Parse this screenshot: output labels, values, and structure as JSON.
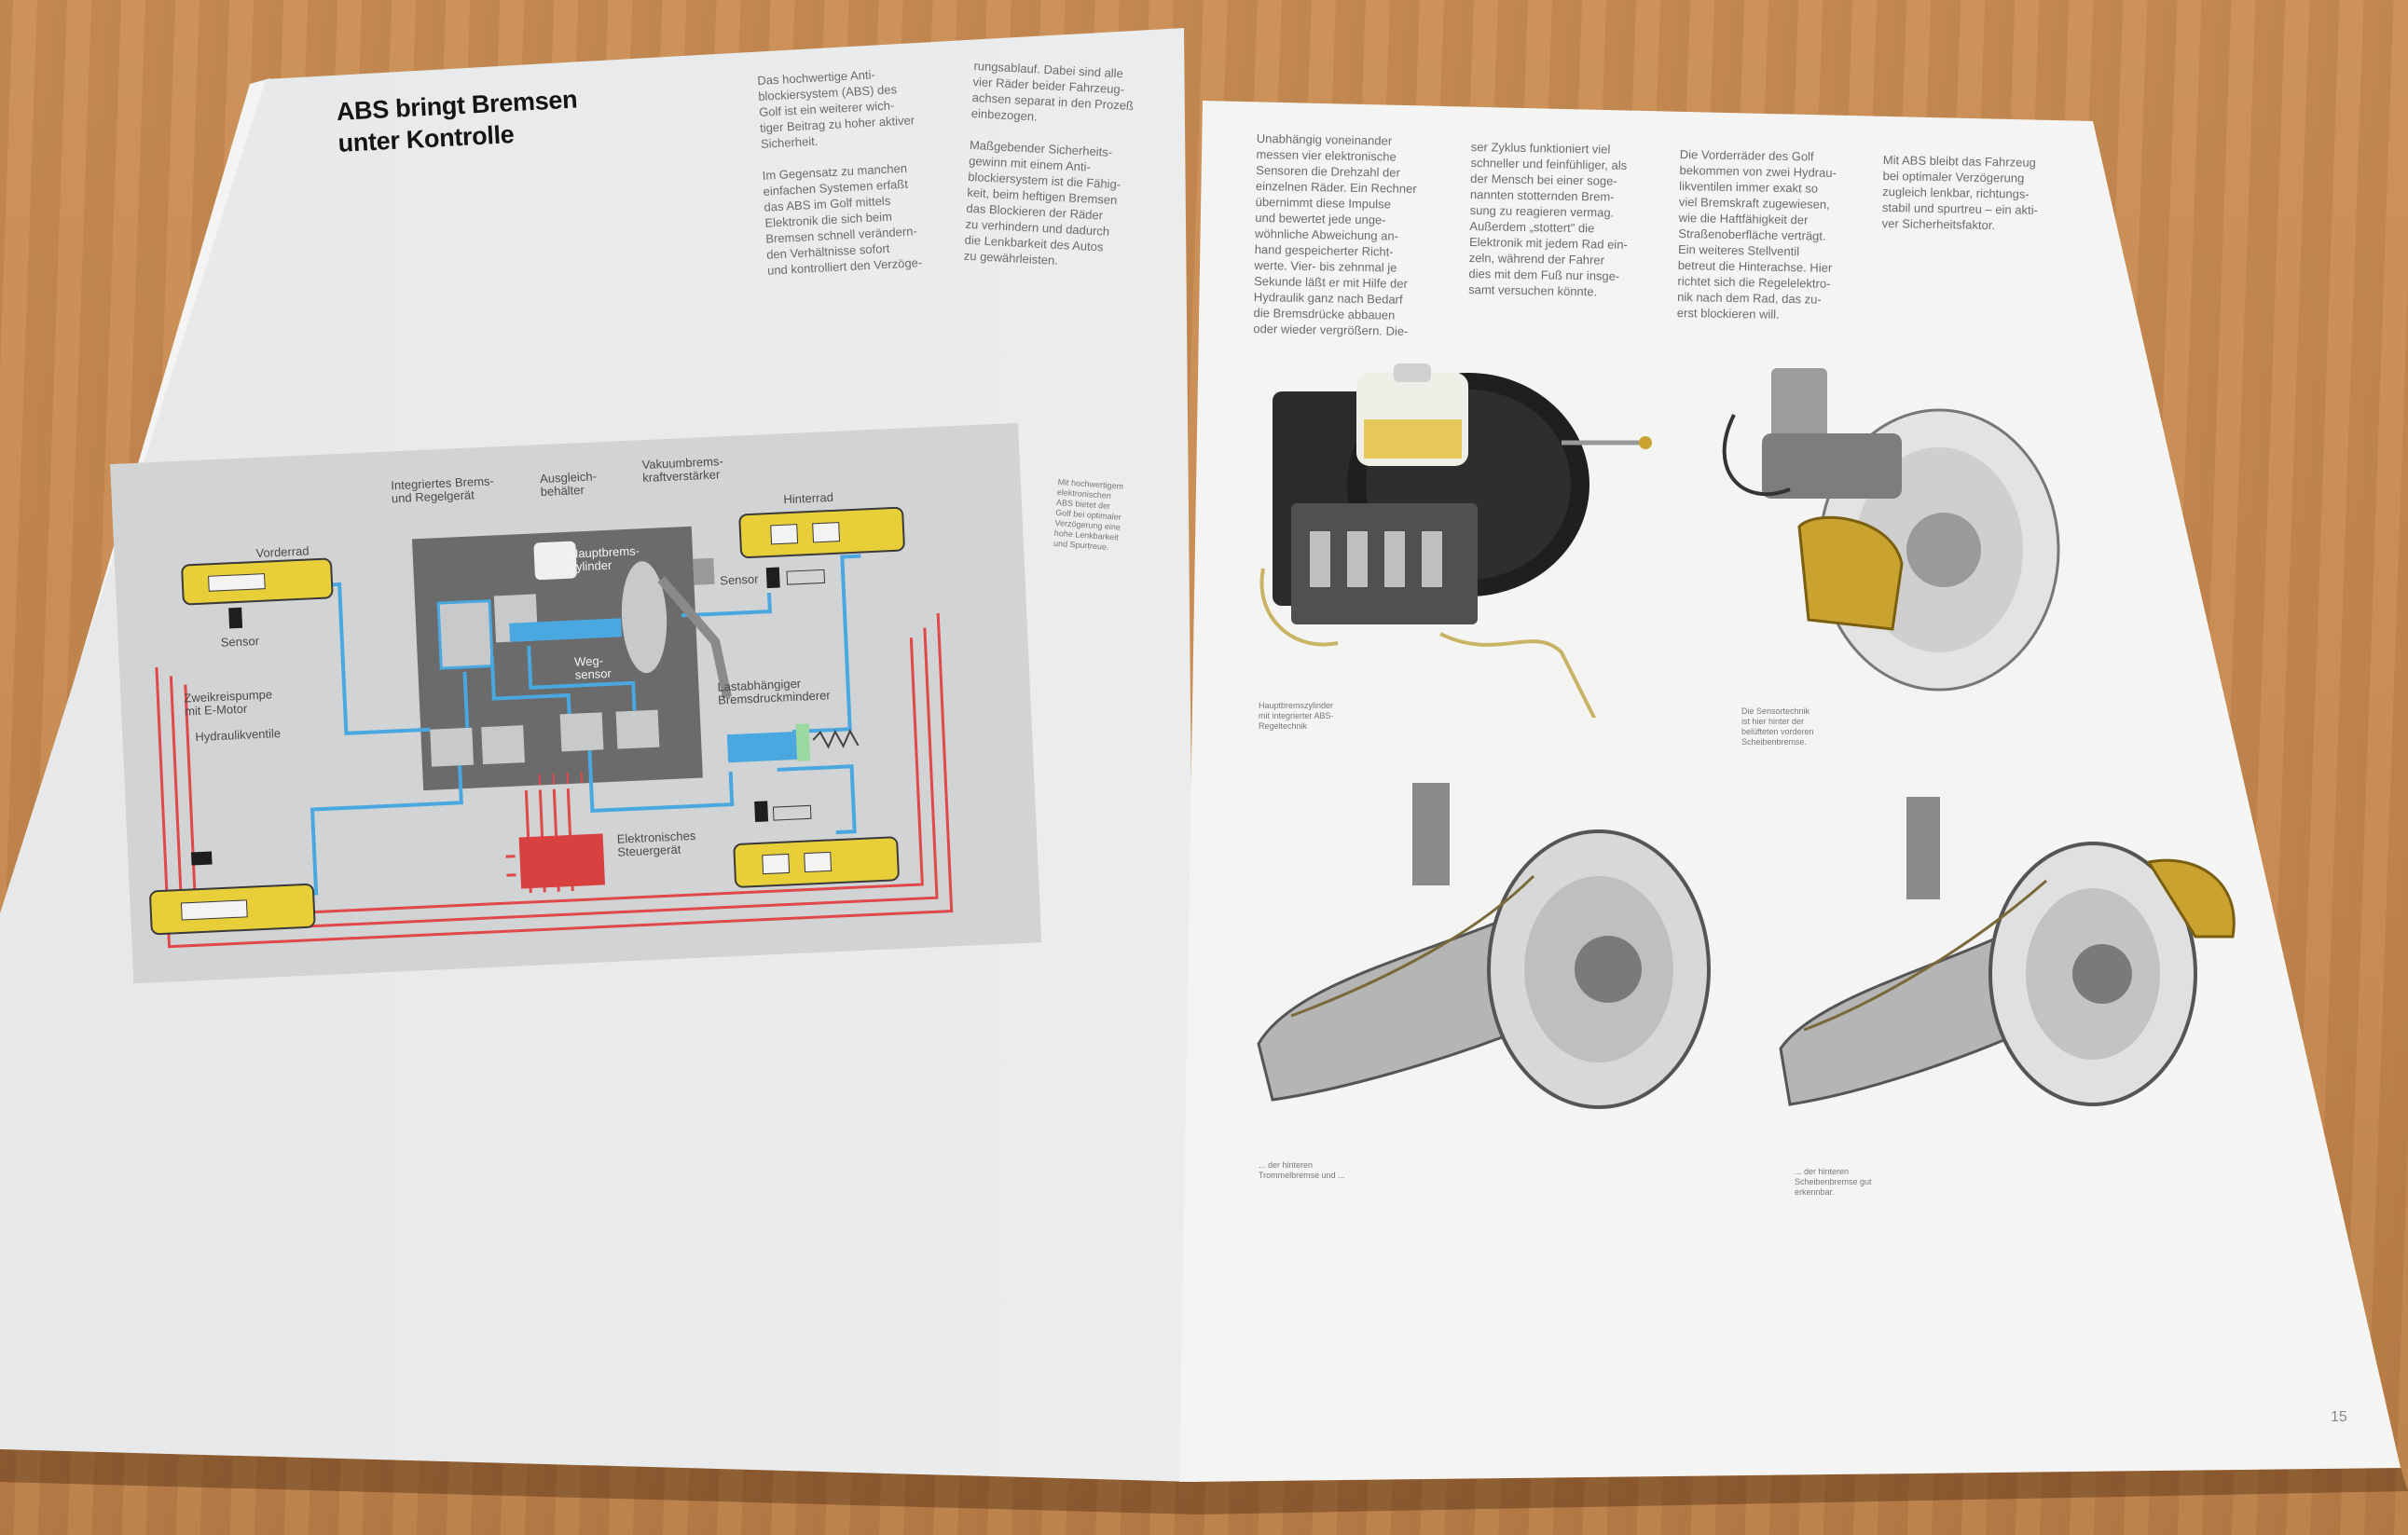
{
  "brochure": {
    "title_line1": "ABS bringt Bremsen",
    "title_line2": "unter Kontrolle",
    "left_columns": [
      "Das hochwertige Anti-\nblockiersystem (ABS) des\nGolf ist ein weiterer wich-\ntiger Beitrag zu hoher aktiver\nSicherheit.\n\nIm Gegensatz zu manchen\neinfachen Systemen erfaßt\ndas ABS im Golf mittels\nElektronik die sich beim\nBremsen schnell verändern-\nden Verhältnisse sofort\nund kontrolliert den Verzöge-",
      "rungsablauf. Dabei sind alle\nvier Räder beider Fahrzeug-\nachsen separat in den Prozeß\neinbezogen.\n\nMaßgebender Sicherheits-\ngewinn mit einem Anti-\nblockiersystem ist die Fähig-\nkeit, beim heftigen Bremsen\ndas Blockieren der Räder\nzu verhindern und dadurch\ndie Lenkbarkeit des Autos\nzu gewährleisten."
    ],
    "right_columns": [
      "Unabhängig voneinander\nmessen vier elektronische\nSensoren die Drehzahl der\neinzelnen Räder. Ein Rechner\nübernimmt diese Impulse\nund bewertet jede unge-\nwöhnliche Abweichung an-\nhand gespeicherter Richt-\nwerte. Vier- bis zehnmal je\nSekunde läßt er mit Hilfe der\nHydraulik ganz nach Bedarf\ndie Bremsdrücke abbauen\noder wieder vergrößern. Die-",
      "ser Zyklus funktioniert viel\nschneller und feinfühliger, als\nder Mensch bei einer soge-\nnannten stotternden Brem-\nsung zu reagieren vermag.\nAußerdem „stottert\" die\nElektronik mit jedem Rad ein-\nzeln, während der Fahrer\ndies mit dem Fuß nur insge-\nsamt versuchen könnte.",
      "Die Vorderräder des Golf\nbekommen von zwei Hydrau-\nlikventilen immer exakt so\nviel Bremskraft zugewiesen,\nwie die Haftfähigkeit der\nStraßenoberfläche verträgt.\nEin weiteres Stellventil\nbetreut die Hinterachse. Hier\nrichtet sich die Regelelektro-\nnik nach dem Rad, das zu-\nerst blockieren will.",
      "Mit ABS bleibt das Fahrzeug\nbei optimaler Verzögerung\nzugleich lenkbar, richtungs-\nstabil und spurtreu – ein akti-\nver Sicherheitsfaktor."
    ],
    "diagram_caption": "Mit hochwertigem\nelektronischen\nABS bietet der\nGolf bei optimaler\nVerzögerung eine\nhohe Lenkbarkeit\nund Spurtreue.",
    "diagram_labels": {
      "vorderrad": "Vorderrad",
      "sensor_left": "Sensor",
      "integriertes": "Integriertes Brems-\nund Regelgerät",
      "ausgleich": "Ausgleich-\nbehälter",
      "vakuum": "Vakuumbrems-\nkraftverstärker",
      "hauptbrems": "Hauptbrems-\nzylinder",
      "weg": "Weg-\nsensor",
      "hinterrad": "Hinterrad",
      "sensor_right": "Sensor",
      "lastab": "Lastabhängiger\nBremsdruckminderer",
      "zweikreis": "Zweikreispumpe\nmit E-Motor",
      "hydraulik": "Hydraulikventile",
      "elektronik": "Elektronisches\nSteuergerät"
    },
    "illustration_captions": {
      "master": "Hauptbremszylinder\nmit integrierter ABS-\nRegeltechnik",
      "sensor": "Die Sensortechnik\nist hier hinter der\nbelüfteten vorderen\nScheibenbremse.",
      "drum": "... der hinteren\nTrommelbremse und ...",
      "disc": "... der hinteren\nScheibenbremse gut\nerkennbar."
    },
    "page_number_right": "15"
  },
  "colors": {
    "table_wood": "#c58a52",
    "diagram_bg": "#d2d3d4",
    "unit_gray": "#6b6b6b",
    "hydraulic_blue": "#4aa8e0",
    "wire_red": "#e0484a",
    "wheel_yellow": "#e8cf3a",
    "ecu_red": "#d94040",
    "caliper_gold": "#c9a230"
  }
}
